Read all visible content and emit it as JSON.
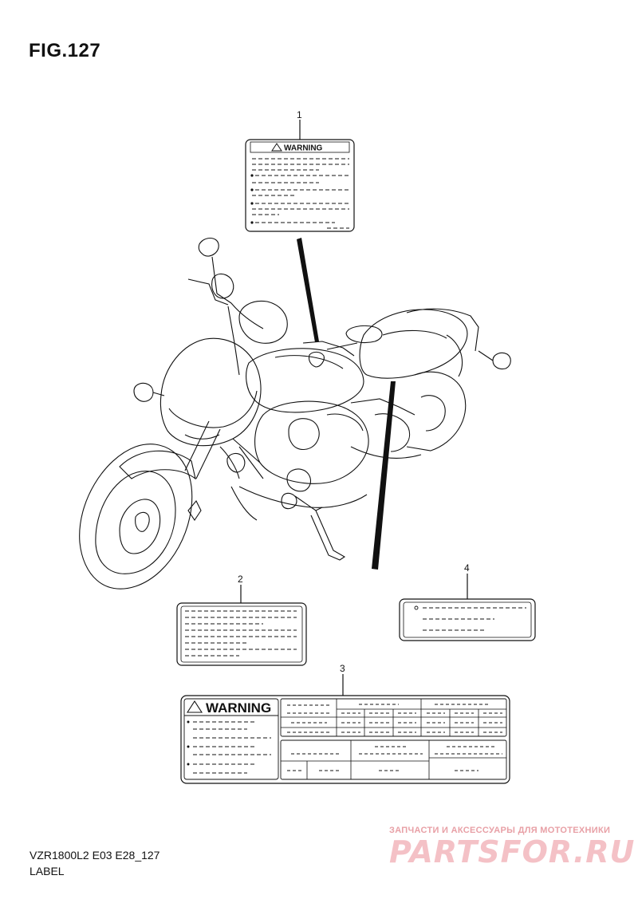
{
  "figure": {
    "title": "FIG.127",
    "model_code": "VZR1800L2 E03 E28_127",
    "caption": "LABEL"
  },
  "callouts": [
    {
      "number": "1",
      "label_text": "WARNING"
    },
    {
      "number": "2"
    },
    {
      "number": "3",
      "label_text": "WARNING"
    },
    {
      "number": "4"
    }
  ],
  "watermark": {
    "tagline": "ЗАПЧАСТИ И АКСЕССУАРЫ ДЛЯ МОТОТЕХНИКИ",
    "brand": "PARTSFOR.RU"
  },
  "icons": [
    "warning-triangle-icon",
    "motorcycle-illustration"
  ],
  "colors": {
    "line": "#111111",
    "watermark": "#f4c1c6"
  }
}
